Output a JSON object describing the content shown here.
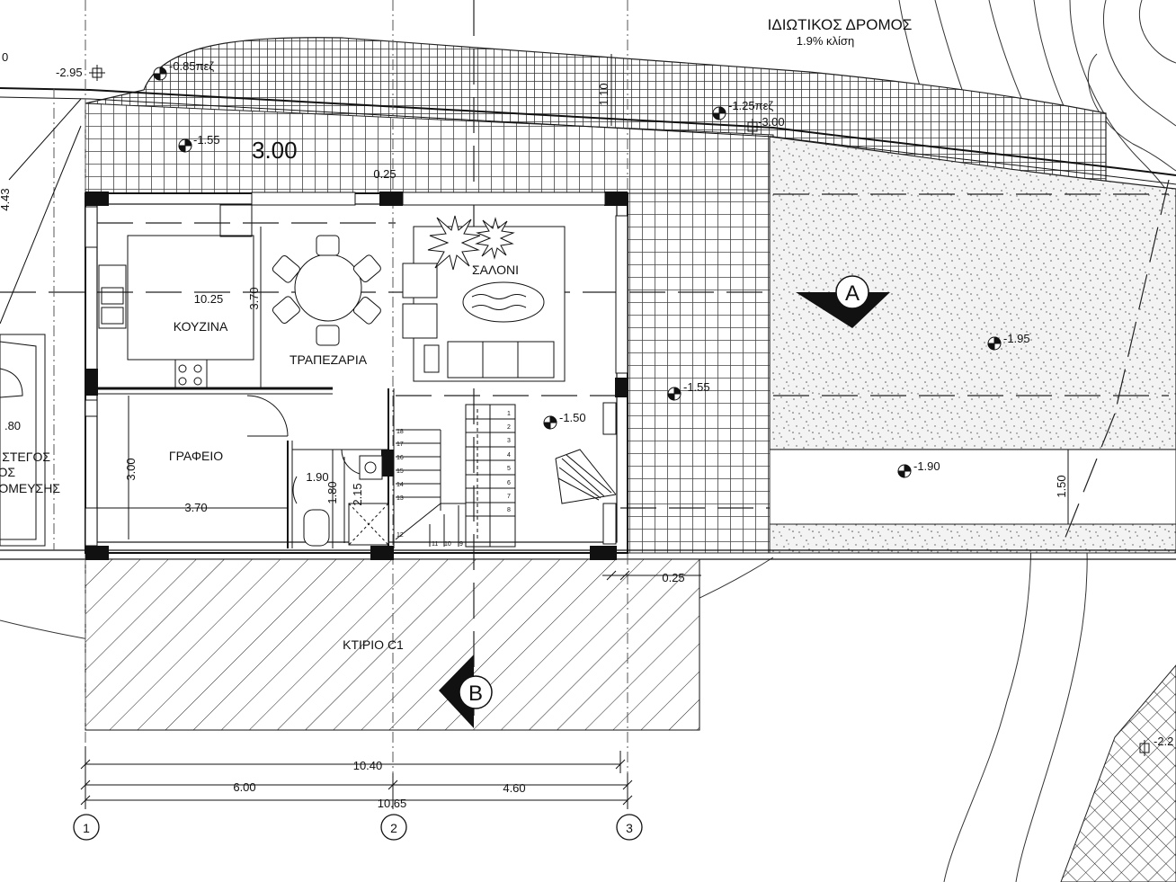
{
  "road": {
    "title": "ΙΔΙΩΤΙΚΟΣ ΔΡΟΜΟΣ",
    "slope": "1.9% κλίση"
  },
  "rooms": {
    "kitchen": "ΚΟΥΖΙΝΑ",
    "dining": "ΤΡΑΠΕΖΑΡΙΑ",
    "living": "ΣΑΛΟΝΙ",
    "office": "ΓΡΑΦΕΙΟ",
    "building": "ΚΤΙΡΙΟ C1",
    "left_label_1": "ΣΤΕΓΟΣ",
    "left_label_2": "ΟΣ",
    "left_label_3": "ΟΜΕΥΣΗΣ"
  },
  "levels": {
    "l1": "-2.95",
    "l2": "-0.85πεζ",
    "l3": "-1.55",
    "l4": "-1.25πεζ",
    "l5": "-3.00",
    "l6": "-1.95",
    "l7": "-1.55",
    "l8": "-1.50",
    "l9": "-1.90",
    "l10": "-2.2"
  },
  "dims": {
    "d_310": "3.00",
    "d_110": "1.10",
    "d_025a": "0.25",
    "d_443": "4.43",
    "d_1025": "10.25",
    "d_370v": "3.70",
    "d_300v": "3.00",
    "d_370h": "3.70",
    "d_190": "1.90",
    "d_180": "1.80",
    "d_215": "2.15",
    "d_150": "1.50",
    "d_025b": "0.25",
    "d_80": ".80",
    "d_0": "0",
    "d_1040": "10.40",
    "d_600": "6.00",
    "d_460": "4.60",
    "d_1065": "10.65"
  },
  "sections": {
    "a": "A",
    "b": "B"
  },
  "axes": {
    "a1": "1",
    "a2": "2",
    "a3": "3"
  },
  "stairs": {
    "left": [
      "18",
      "17",
      "16",
      "15",
      "14",
      "13",
      "12"
    ],
    "right": [
      "1",
      "2",
      "3",
      "4",
      "5",
      "6",
      "7",
      "8"
    ],
    "bottom": [
      "11",
      "10",
      "9"
    ]
  }
}
